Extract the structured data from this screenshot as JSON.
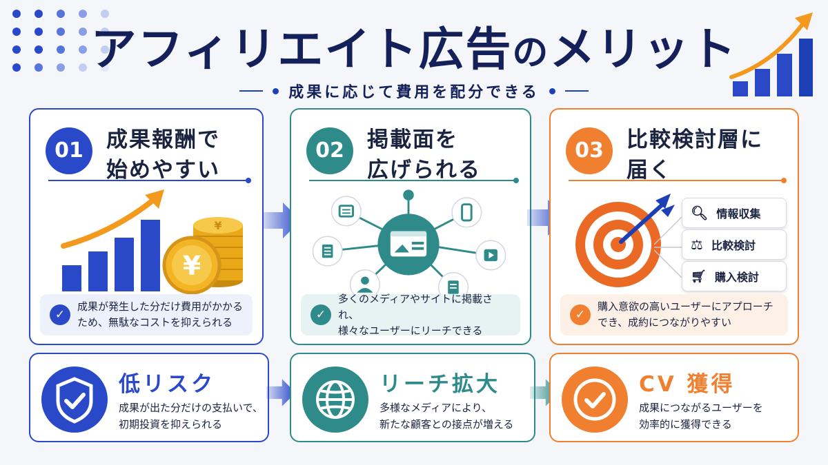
{
  "title": "アフィリエイト広告",
  "title_no": "の",
  "title_end": "メリット",
  "subtitle": "成果に応じて費用を配分できる",
  "colors": {
    "navy": "#14205a",
    "blue": "#2a49c9",
    "teal": "#2f8a8a",
    "orange": "#f08030",
    "gold": "#f3b526"
  },
  "cards": [
    {
      "num": "01",
      "title": "成果報酬で\n始めやすい",
      "note": "成果が発生した分だけ費用がかかる\nため、無駄なコストを抑えられる",
      "icon": "growth-coins-icon"
    },
    {
      "num": "02",
      "title": "掲載面を\n広げられる",
      "note": "多くのメディアやサイトに掲載され、\n様々なユーザーにリーチできる",
      "icon": "media-network-icon"
    },
    {
      "num": "03",
      "title": "比較検討層に\n届く",
      "note": "購入意欲の高いユーザーにアプローチ\nでき、成約につながりやすい",
      "icon": "target-icon",
      "tags": [
        "情報収集",
        "比較検討",
        "購入検討"
      ]
    }
  ],
  "bottom": [
    {
      "title": "低リスク",
      "text": "成果が出た分だけの支払いで、\n初期投資を抑えられる",
      "icon": "shield-check-icon"
    },
    {
      "title": "リーチ拡大",
      "text": "多様なメディアにより、\n新たな顧客との接点が増える",
      "icon": "globe-icon"
    },
    {
      "title": "CV 獲得",
      "text": "成果につながるユーザーを\n効率的に獲得できる",
      "icon": "check-badge-icon"
    }
  ]
}
